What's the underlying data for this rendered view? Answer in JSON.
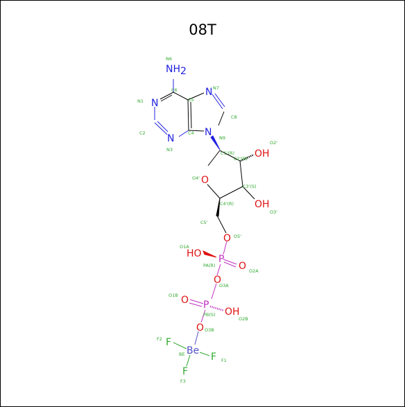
{
  "title": "08T",
  "colors": {
    "N": "#2020e0",
    "O": "#e01010",
    "P": "#c030c0",
    "F": "#2ea82e",
    "Be": "#5050c8",
    "C": "#000000",
    "label": "#2ea82e"
  },
  "atoms": {
    "NH2": "NH",
    "NH2_sub": "2",
    "N1": "N",
    "N3": "N",
    "N7": "N",
    "N9": "N",
    "O4p": "O",
    "O2p_OH": "OH",
    "O3p_OH": "OH",
    "O5p": "O",
    "O1A_HO": "HO",
    "PA": "P",
    "O2A": "O",
    "O3A": "O",
    "O1B": "O",
    "PB": "P",
    "O2B_OH": "OH",
    "O3B": "O",
    "Be": "Be",
    "F1": "F",
    "F2": "F",
    "F3": "F"
  },
  "labels": {
    "N6": "N6",
    "C6": "C6",
    "N7": "N7",
    "N1": "N1",
    "C5": "C5",
    "C8": "C8",
    "C2": "C2",
    "C4": "C4",
    "N9": "N9",
    "N3": "N3",
    "O2p": "O2'",
    "C1p": "C1'(R)",
    "C2p": "C2'(R)",
    "O4p": "O4'",
    "C3p": "C3'(S)",
    "C4p": "C4'(R)",
    "O3p": "O3'",
    "C5p": "C5'",
    "O5p": "O5'",
    "O1A": "O1A",
    "PA": "PA(R)",
    "O2A": "O2A",
    "O3A": "O3A",
    "O1B": "O1B",
    "PB": "PB(S)",
    "O2B": "O2B",
    "O3B": "O3B",
    "F2": "F2",
    "BE": "BE",
    "F1": "F1",
    "F3": "F3"
  }
}
